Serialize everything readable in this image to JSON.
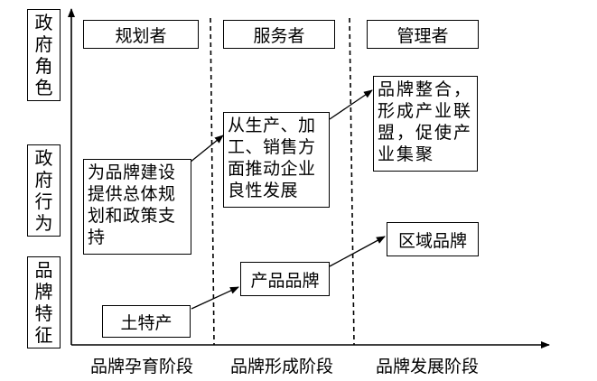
{
  "column_headers": [
    "规划者",
    "服务者",
    "管理者"
  ],
  "row_labels": [
    "政府角色",
    "政府行为",
    "品牌特征"
  ],
  "stages": [
    "品牌孕育阶段",
    "品牌形成阶段",
    "品牌发展阶段"
  ],
  "behaviors": [
    "为品牌建设提供总体规划和政策支持",
    "从生产、加工、销售方面推动企业良性发展",
    "品牌整合，形成产业联盟，促使产业集聚"
  ],
  "features": [
    "土特产",
    "产品品牌",
    "区域品牌"
  ]
}
